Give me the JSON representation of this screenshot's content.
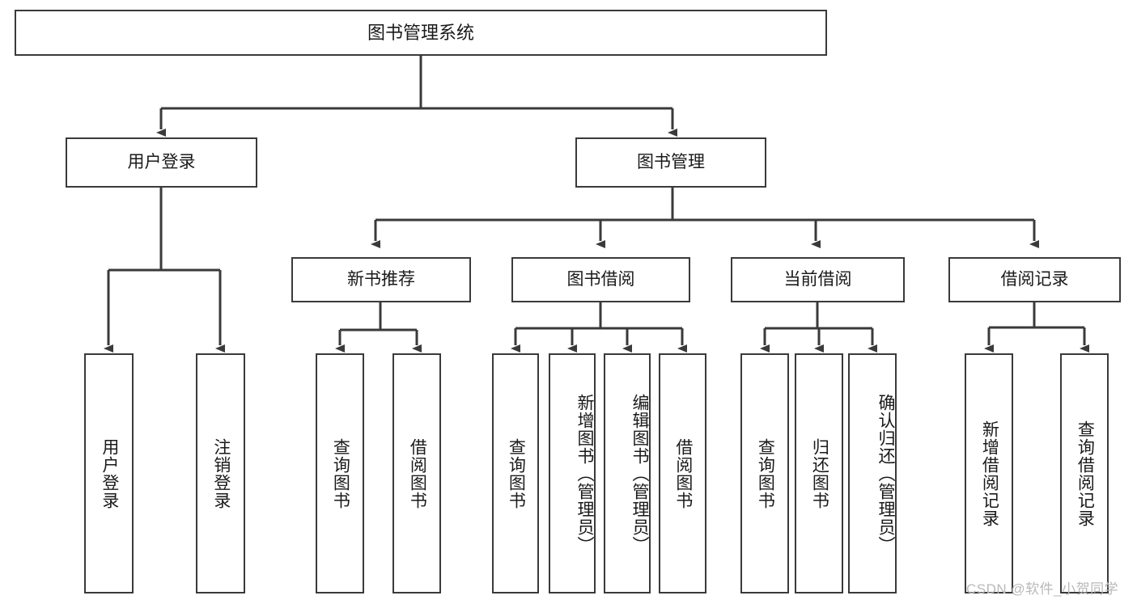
{
  "diagram": {
    "type": "tree",
    "title": "图书管理系统",
    "watermark": "CSDN @软件_小贺同学",
    "colors": {
      "stroke": "#3a3a3a",
      "background": "#ffffff",
      "text": "#1a1a1a",
      "watermark": "#b9b9b9"
    },
    "levels": {
      "root": "图书管理系统",
      "level2": [
        "用户登录",
        "图书管理"
      ],
      "level3": [
        "新书推荐",
        "图书借阅",
        "当前借阅",
        "借阅记录"
      ],
      "leaves": [
        "用户登录",
        "注销登录",
        "查询图书",
        "借阅图书",
        "查询图书",
        "新增图书（管理员）",
        "编辑图书（管理员）",
        "借阅图书",
        "查询图书",
        "归还图书",
        "确认归还（管理员）",
        "新增借阅记录",
        "查询借阅记录"
      ]
    },
    "nodes": {
      "root": {
        "label": "图书管理系统"
      },
      "user_login": {
        "label": "用户登录"
      },
      "book_manage": {
        "label": "图书管理"
      },
      "new_book_rec": {
        "label": "新书推荐"
      },
      "book_borrow": {
        "label": "图书借阅"
      },
      "current_borrow": {
        "label": "当前借阅"
      },
      "borrow_record": {
        "label": "借阅记录"
      },
      "leaf_user_login": {
        "label": "用户登录"
      },
      "leaf_logout": {
        "label": "注销登录"
      },
      "leaf_query_book_1": {
        "label": "查询图书"
      },
      "leaf_borrow_book_1": {
        "label": "借阅图书"
      },
      "leaf_query_book_2": {
        "label": "查询图书"
      },
      "leaf_add_book": {
        "label": "新增图书（管理员）"
      },
      "leaf_edit_book": {
        "label": "编辑图书（管理员）"
      },
      "leaf_borrow_book_2": {
        "label": "借阅图书"
      },
      "leaf_query_book_3": {
        "label": "查询图书"
      },
      "leaf_return_book": {
        "label": "归还图书"
      },
      "leaf_confirm_return": {
        "label": "确认归还（管理员）"
      },
      "leaf_add_record": {
        "label": "新增借阅记录"
      },
      "leaf_query_record": {
        "label": "查询借阅记录"
      }
    },
    "edges": [
      {
        "from": "root",
        "to": "user_login"
      },
      {
        "from": "root",
        "to": "book_manage"
      },
      {
        "from": "user_login",
        "to": "leaf_user_login"
      },
      {
        "from": "user_login",
        "to": "leaf_logout"
      },
      {
        "from": "book_manage",
        "to": "new_book_rec"
      },
      {
        "from": "book_manage",
        "to": "book_borrow"
      },
      {
        "from": "book_manage",
        "to": "current_borrow"
      },
      {
        "from": "book_manage",
        "to": "borrow_record"
      },
      {
        "from": "new_book_rec",
        "to": "leaf_query_book_1"
      },
      {
        "from": "new_book_rec",
        "to": "leaf_borrow_book_1"
      },
      {
        "from": "book_borrow",
        "to": "leaf_query_book_2"
      },
      {
        "from": "book_borrow",
        "to": "leaf_add_book"
      },
      {
        "from": "book_borrow",
        "to": "leaf_edit_book"
      },
      {
        "from": "book_borrow",
        "to": "leaf_borrow_book_2"
      },
      {
        "from": "current_borrow",
        "to": "leaf_query_book_3"
      },
      {
        "from": "current_borrow",
        "to": "leaf_return_book"
      },
      {
        "from": "current_borrow",
        "to": "leaf_confirm_return"
      },
      {
        "from": "borrow_record",
        "to": "leaf_add_record"
      },
      {
        "from": "borrow_record",
        "to": "leaf_query_record"
      }
    ]
  }
}
